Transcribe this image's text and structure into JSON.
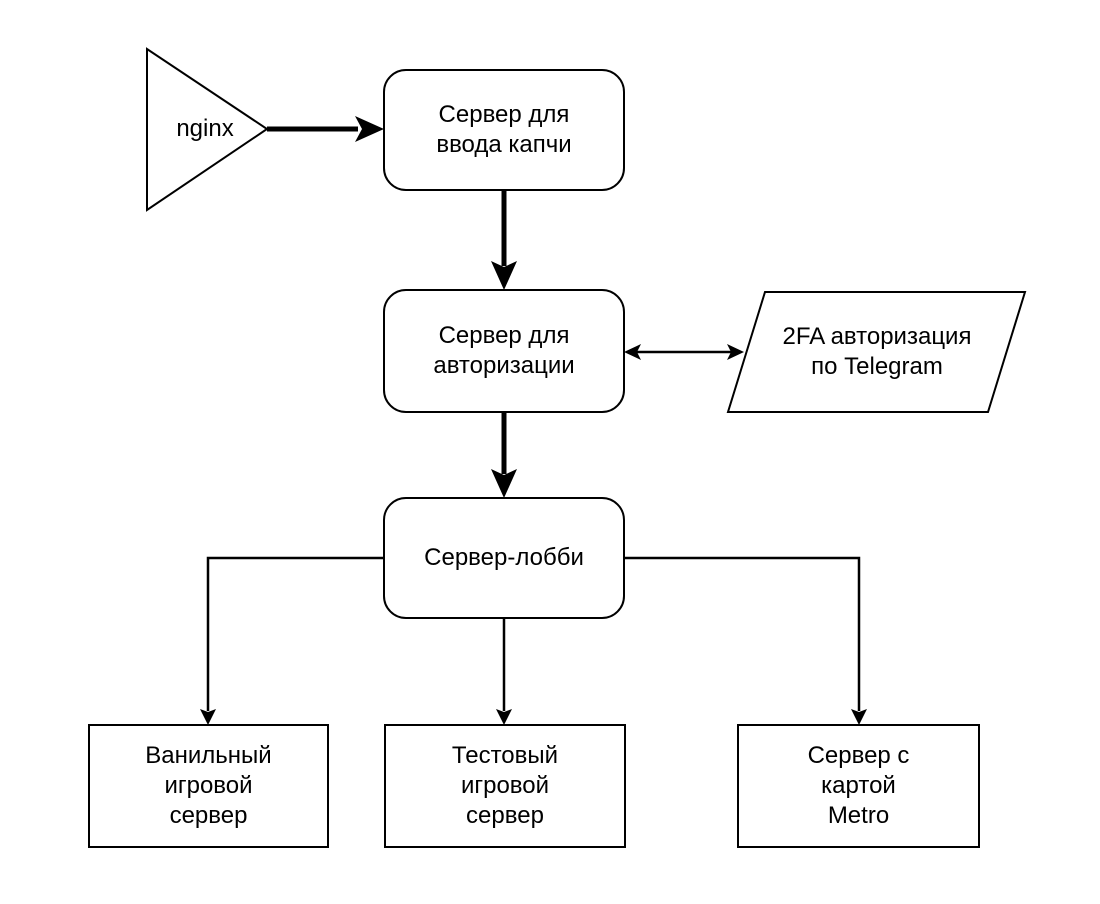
{
  "title": "Game server architecture flowchart",
  "colors": {
    "background": "#ffffff",
    "stroke": "#000000",
    "text": "#000000"
  },
  "nodes": {
    "nginx": {
      "label": "nginx",
      "shape": "triangle-right"
    },
    "captcha": {
      "label": "Сервер для\nввода капчи",
      "shape": "rounded-rectangle"
    },
    "auth": {
      "label": "Сервер для\nавторизации",
      "shape": "rounded-rectangle"
    },
    "telegram": {
      "label": "2FA авторизация\nпо Telegram",
      "shape": "parallelogram"
    },
    "lobby": {
      "label": "Сервер-лобби",
      "shape": "rounded-rectangle"
    },
    "vanilla": {
      "label": "Ванильный\nигровой\nсервер",
      "shape": "rectangle"
    },
    "test": {
      "label": "Тестовый\nигровой\nсервер",
      "shape": "rectangle"
    },
    "metro": {
      "label": "Сервер с\nкартой\nMetro",
      "shape": "rectangle"
    }
  },
  "edges": [
    {
      "from": "nginx",
      "to": "captcha",
      "style": "bold",
      "direction": "one-way"
    },
    {
      "from": "captcha",
      "to": "auth",
      "style": "bold",
      "direction": "one-way"
    },
    {
      "from": "auth",
      "to": "telegram",
      "style": "thin",
      "direction": "two-way"
    },
    {
      "from": "auth",
      "to": "lobby",
      "style": "bold",
      "direction": "one-way"
    },
    {
      "from": "lobby",
      "to": "vanilla",
      "style": "thin",
      "direction": "one-way"
    },
    {
      "from": "lobby",
      "to": "test",
      "style": "thin",
      "direction": "one-way"
    },
    {
      "from": "lobby",
      "to": "metro",
      "style": "thin",
      "direction": "one-way"
    }
  ]
}
